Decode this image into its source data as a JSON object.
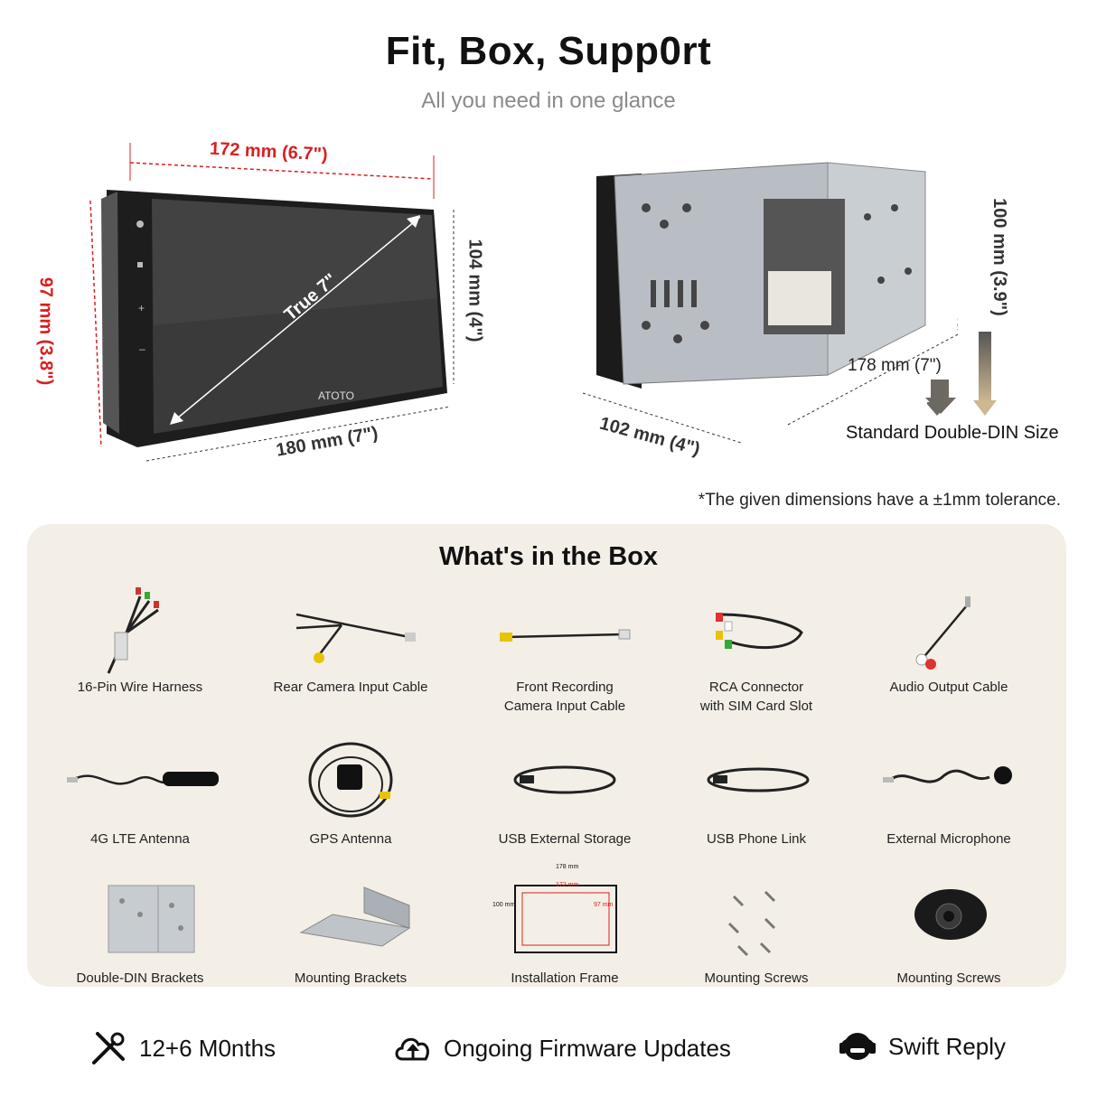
{
  "header": {
    "title": "Fit, Box, Supp0rt",
    "subtitle": "All you need in one glance"
  },
  "dimensions": {
    "screen_width": "172 mm (6.7\")",
    "screen_height": "97 mm (3.8\")",
    "unit_height": "104 mm (4\")",
    "unit_width": "180 mm (7\")",
    "diagonal": "True 7\"",
    "brand": "ATOTO",
    "din_height": "100 mm (3.9\")",
    "din_depth": "178 mm (7\")",
    "din_width": "102 mm (4\")",
    "din_label": "Standard Double-DIN Size",
    "tolerance": "*The given dimensions have a ±1mm tolerance."
  },
  "box": {
    "title": "What's in the Box",
    "items": [
      {
        "label": "16-Pin Wire Harness",
        "icon": "wire-harness-icon"
      },
      {
        "label": "Rear Camera Input Cable",
        "icon": "camera-cable-icon"
      },
      {
        "label": "Front Recording\nCamera Input Cable",
        "icon": "front-camera-cable-icon"
      },
      {
        "label": "RCA Connector\nwith SIM Card Slot",
        "icon": "rca-connector-icon"
      },
      {
        "label": "Audio Output Cable",
        "icon": "audio-cable-icon"
      },
      {
        "label": "4G LTE Antenna",
        "icon": "lte-antenna-icon"
      },
      {
        "label": "GPS Antenna",
        "icon": "gps-antenna-icon"
      },
      {
        "label": "USB External Storage",
        "icon": "usb-storage-icon"
      },
      {
        "label": "USB Phone Link",
        "icon": "usb-phone-link-icon"
      },
      {
        "label": "External Microphone",
        "icon": "microphone-icon"
      },
      {
        "label": "Double-DIN Brackets",
        "icon": "din-bracket-icon"
      },
      {
        "label": "Mounting Brackets",
        "icon": "mounting-bracket-icon"
      },
      {
        "label": "Installation Frame",
        "icon": "installation-frame-icon"
      },
      {
        "label": "Mounting Screws",
        "icon": "screws-icon"
      },
      {
        "label": "Mounting Screws",
        "icon": "rear-camera-icon"
      }
    ],
    "frame_labels": {
      "outer_w": "178 mm",
      "inner_w": "172 mm",
      "outer_h": "100 mm",
      "inner_h": "97 mm"
    }
  },
  "footer": {
    "warranty": "12+6 M0nths",
    "updates": "Ongoing Firmware Updates",
    "support": "Swift Reply"
  },
  "colors": {
    "accent_red": "#d92020",
    "panel": "#f4efe6",
    "arrow": "#9a8f7f"
  }
}
